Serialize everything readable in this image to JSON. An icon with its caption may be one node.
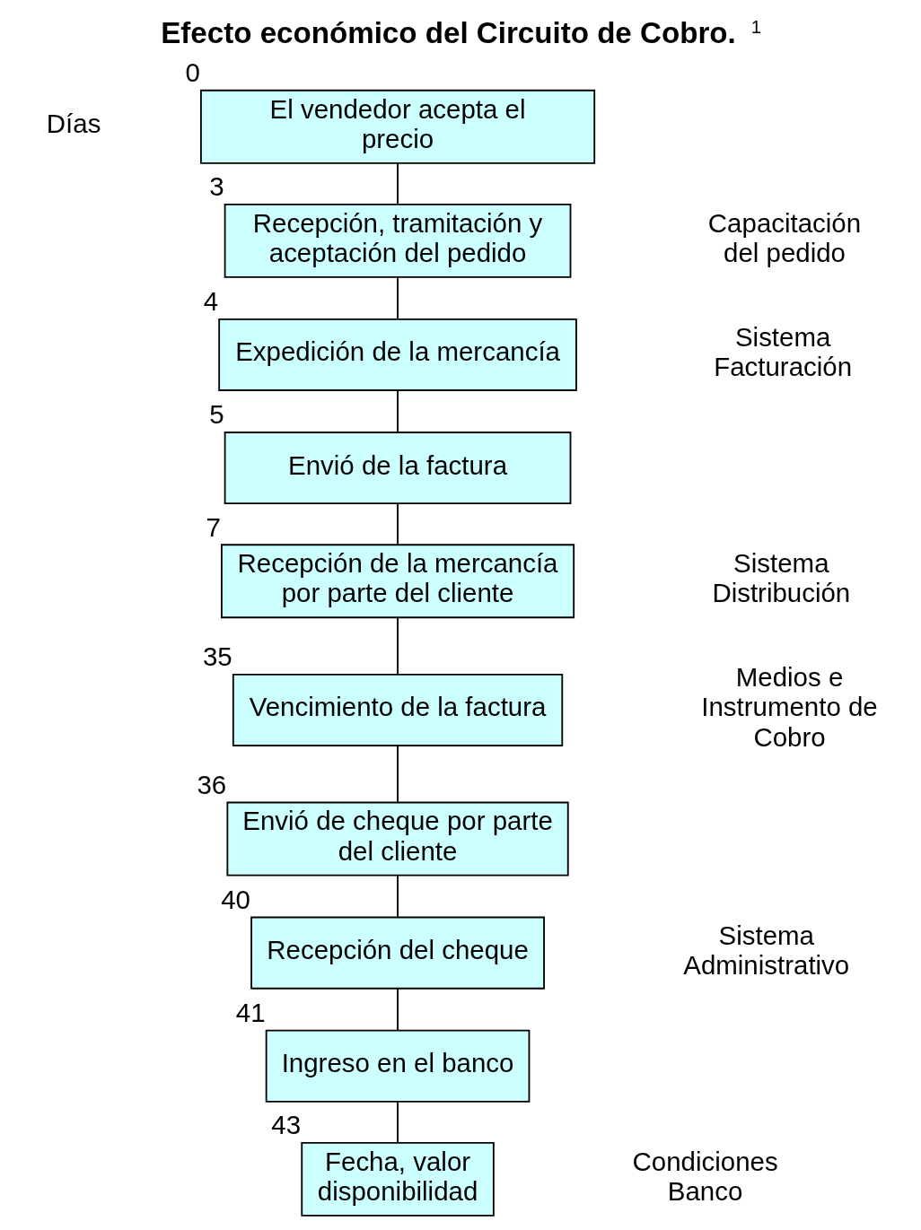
{
  "diagram": {
    "title": "Efecto económico del Circuito de Cobro.",
    "nodes": [
      {
        "text": [
          "El vendedor acepta el precio"
        ],
        "beside": [
          "0"
        ]
      },
      {
        "text": [
          "Recepción, tramitación y aceptación del pedido"
        ],
        "beside": [
          "3"
        ]
      },
      {
        "text": [
          "Expedición de la mercancía"
        ],
        "beside": [
          "4"
        ]
      },
      {
        "text": [
          "Envió de la factura"
        ],
        "beside": [
          "5"
        ]
      },
      {
        "text": [
          "Recepción de la mercancía por parte del cliente"
        ],
        "beside": [
          "7"
        ]
      },
      {
        "text": [
          "Vencimiento de la factura"
        ],
        "beside": [
          "35"
        ]
      },
      {
        "text": [
          "Envió de cheque por parte del cliente"
        ],
        "beside": [
          "36"
        ]
      },
      {
        "text": [
          "Recepción del cheque"
        ],
        "beside": [
          "40"
        ]
      },
      {
        "text": [
          "Ingreso en el banco"
        ],
        "beside": [
          "41"
        ]
      },
      {
        "text": [
          "Fecha, valor disponibilidad"
        ],
        "beside": [
          "43"
        ]
      }
    ],
    "edges": [
      {
        "from": 0,
        "to": 1,
        "arrow": "none"
      },
      {
        "from": 1,
        "to": 2,
        "arrow": "none"
      },
      {
        "from": 2,
        "to": 3,
        "arrow": "none"
      },
      {
        "from": 3,
        "to": 4,
        "arrow": "none"
      },
      {
        "from": 4,
        "to": 5,
        "arrow": "none"
      },
      {
        "from": 5,
        "to": 6,
        "arrow": "none"
      },
      {
        "from": 6,
        "to": 7,
        "arrow": "none"
      },
      {
        "from": 7,
        "to": 8,
        "arrow": "none"
      },
      {
        "from": 8,
        "to": 9,
        "arrow": "none"
      }
    ],
    "labels": [
      "1",
      "Días",
      "Capacitación del pedido",
      "Sistema Facturación",
      "Sistema Distribución",
      "Medios e Instrumento de Cobro",
      "Sistema Administrativo",
      "Condiciones Banco"
    ]
  }
}
